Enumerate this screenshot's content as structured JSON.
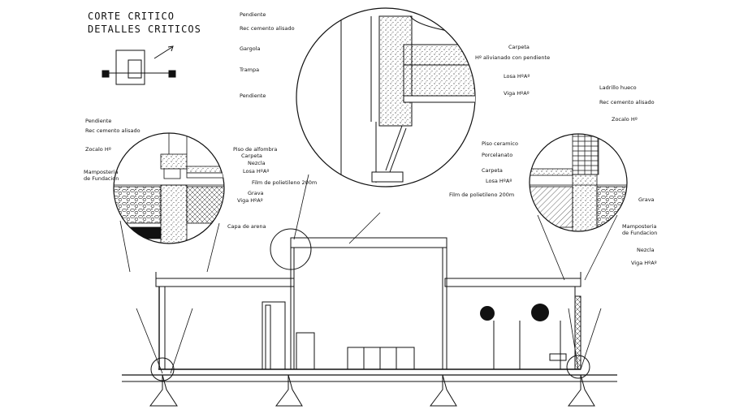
{
  "title": {
    "line1": "CORTE CRITICO",
    "line2": "DETALLES CRITICOS"
  },
  "detail_top": {
    "left_labels": [
      "Pendiente",
      "Rec cemento alisado",
      "Gargola",
      "Trampa",
      "Pendiente"
    ],
    "right_labels": [
      "Carpeta",
      "Hº alivianado con pendiente",
      "Losa HºAº",
      "Viga HºAº"
    ]
  },
  "detail_left": {
    "labels": [
      "Pendiente",
      "Rec cemento alisado",
      "Zocalo Hº",
      "Mamposteria",
      "de Fundacion",
      "Piso de alfombra",
      "Carpeta",
      "Nezcla",
      "Losa HºAº",
      "Film de polietileno 200m",
      "Grava",
      "Viga HºAº",
      "Capa de arena"
    ]
  },
  "detail_right": {
    "labels": [
      "Ladrillo hueco",
      "Rec cemento alisado",
      "Zocalo Hº",
      "Piso ceramico",
      "Porcelanato",
      "Carpeta",
      "Losa HºAº",
      "Film de polietileno 200m",
      "Grava",
      "Mamposteria",
      "de Fundacion",
      "Nezcla",
      "Viga HºAº"
    ]
  }
}
